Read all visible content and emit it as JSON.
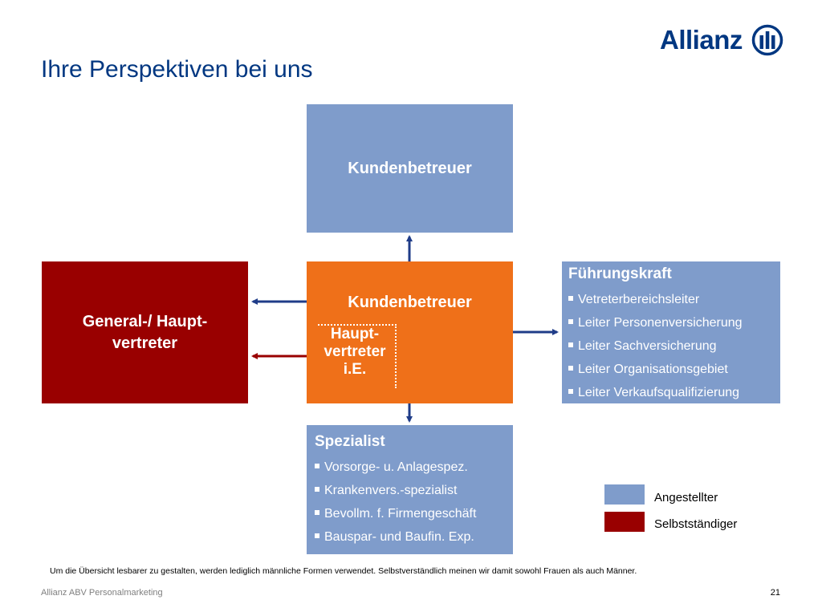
{
  "title": "Ihre Perspektiven bei uns",
  "logo": {
    "text": "Allianz",
    "mark": "allianz-eagle-logo"
  },
  "boxes": {
    "top": {
      "label": "Kundenbetreuer"
    },
    "general": {
      "label_line1": "General-/ Haupt-",
      "label_line2": "vertreter"
    },
    "mid": {
      "label": "Kundenbetreuer",
      "sub_line1": "Haupt-",
      "sub_line2": "vertreter",
      "sub_line3": "i.E."
    },
    "fuehrung": {
      "heading": "Führungskraft",
      "items": [
        "Vetreterbereichsleiter",
        "Leiter Personenversicherung",
        "Leiter Sachversicherung",
        "Leiter Organisationsgebiet",
        "Leiter Verkaufsqualifizierung"
      ]
    },
    "spezialist": {
      "heading": "Spezialist",
      "items": [
        "Vorsorge- u. Anlagespez.",
        "Krankenvers.-spezialist",
        "Bevollm. f. Firmengeschäft",
        "Baus­par- und Baufin. Exp."
      ]
    }
  },
  "legend": [
    {
      "label": "Angestellter",
      "color": "#7f9ccb"
    },
    {
      "label": "Selbstständiger",
      "color": "#990000"
    }
  ],
  "colors": {
    "angestellt": "#7f9ccb",
    "selbststaendig": "#990000",
    "trainee": "#ef7019",
    "blue_arrow": "#1f3c88",
    "red_arrow": "#990000"
  },
  "note": "Um die Übersicht lesbarer zu gestalten, werden lediglich männliche Formen verwendet. Selbstverständlich meinen wir damit sowohl Frauen als auch Männer.",
  "footer": {
    "left": "Allianz ABV Personalmarketing",
    "page": "21"
  }
}
